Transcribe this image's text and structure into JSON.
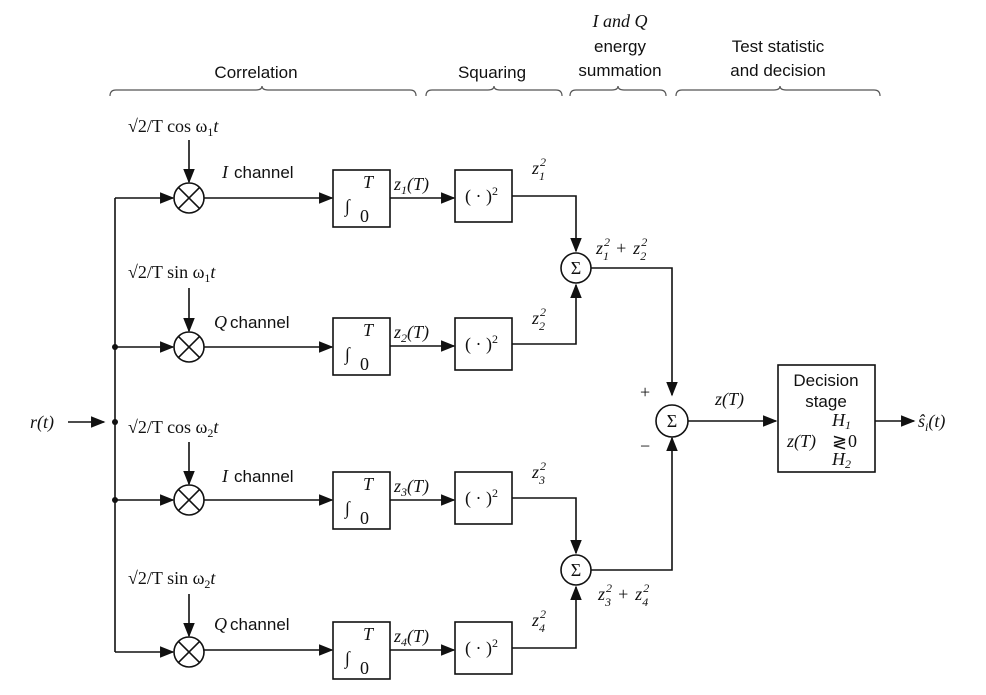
{
  "headers": {
    "correlation": "Correlation",
    "squaring": "Squaring",
    "iq_line1": "I and Q",
    "iq_line2": "energy",
    "iq_line3": "summation",
    "test_line1": "Test statistic",
    "test_line2": "and decision"
  },
  "input_label": "r(t)",
  "output_label": "ŝ",
  "output_sub": "i",
  "output_tail": "(t)",
  "refs": [
    {
      "sqrt": "√2/T",
      "fn": "cos ω",
      "sub": "1",
      "t": "t"
    },
    {
      "sqrt": "√2/T",
      "fn": "sin ω",
      "sub": "1",
      "t": "t"
    },
    {
      "sqrt": "√2/T",
      "fn": "cos ω",
      "sub": "2",
      "t": "t"
    },
    {
      "sqrt": "√2/T",
      "fn": "sin ω",
      "sub": "2",
      "t": "t"
    }
  ],
  "channels": [
    {
      "letter": "I",
      "word": "channel",
      "z": "z",
      "zsub": "1",
      "zt": "(T)",
      "sq": "z",
      "sqsub": "1",
      "sqsup": "2"
    },
    {
      "letter": "Q",
      "word": "channel",
      "z": "z",
      "zsub": "2",
      "zt": "(T)",
      "sq": "z",
      "sqsub": "2",
      "sqsup": "2"
    },
    {
      "letter": "I",
      "word": "channel",
      "z": "z",
      "zsub": "3",
      "zt": "(T)",
      "sq": "z",
      "sqsub": "3",
      "sqsup": "2"
    },
    {
      "letter": "Q",
      "word": "channel",
      "z": "z",
      "zsub": "4",
      "zt": "(T)",
      "sq": "z",
      "sqsub": "4",
      "sqsup": "2"
    }
  ],
  "integrator": {
    "symbol": "∫",
    "upper": "T",
    "lower": "0"
  },
  "squarer": {
    "text": "( · )",
    "sup": "2"
  },
  "sum_symbol": "Σ",
  "sum_top": {
    "a": "z",
    "asub": "1",
    "asup": "2",
    "plus": "+",
    "b": "z",
    "bsub": "2",
    "bsup": "2"
  },
  "sum_bottom": {
    "a": "z",
    "asub": "3",
    "asup": "2",
    "plus": "+",
    "b": "z",
    "bsub": "4",
    "bsup": "2"
  },
  "plus_sign": "+",
  "minus_sign": "−",
  "zT_label": "z(T)",
  "decision": {
    "line1": "Decision",
    "line2": "stage",
    "lhs": "z(T)",
    "h1": "H",
    "h1sub": "1",
    "rel": "≷",
    "rhs": "0",
    "h2": "H",
    "h2sub": "2"
  }
}
